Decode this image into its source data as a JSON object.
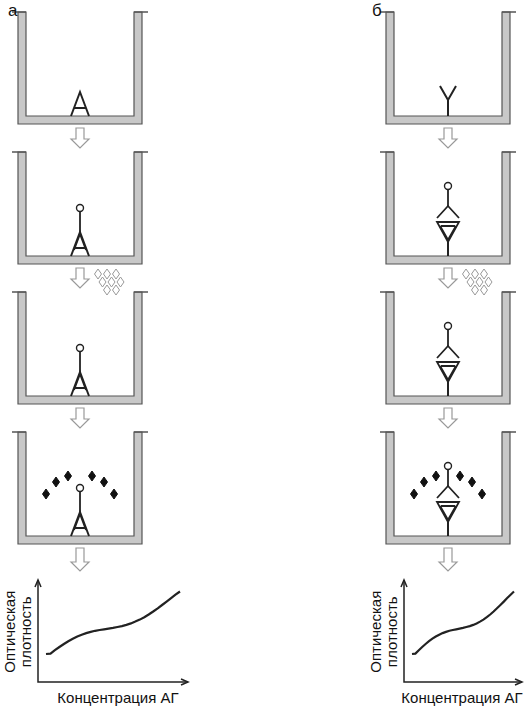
{
  "diagram": {
    "labels": [
      "а",
      "б",
      "Оптическая плотность",
      "Концентрация АГ",
      "Оптическая плотность",
      "Концентрация АГ"
    ]
  }
}
